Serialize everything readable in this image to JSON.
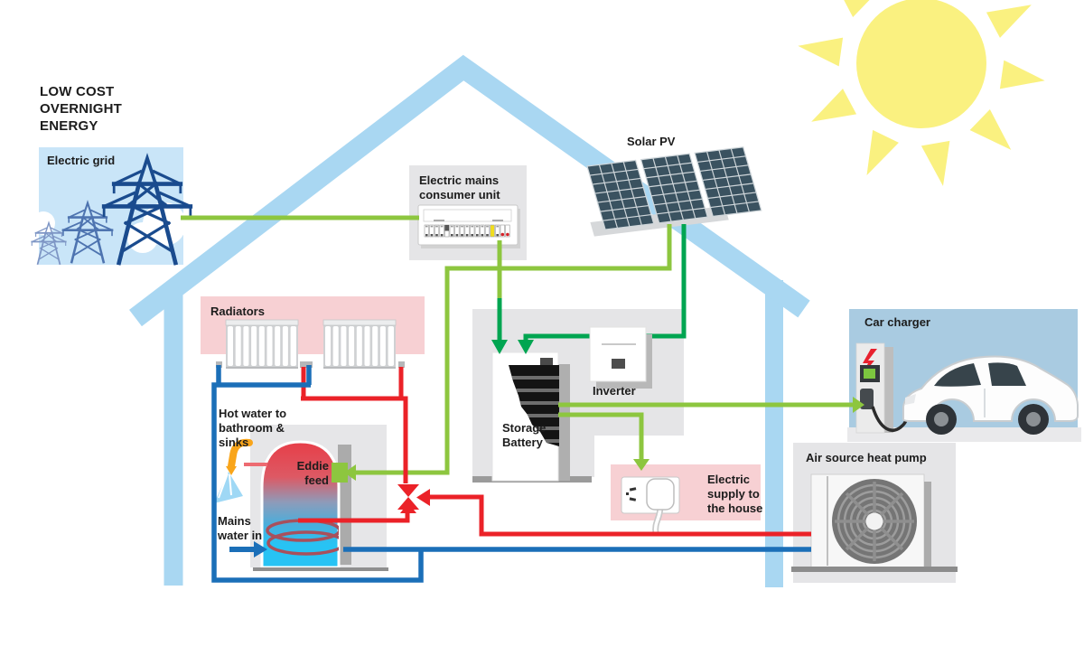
{
  "title": {
    "text": "LOW COST\nOVERNIGHT\nENERGY"
  },
  "labels": {
    "electric_grid": "Electric grid",
    "consumer_unit": "Electric mains\nconsumer unit",
    "solar_pv": "Solar PV",
    "inverter": "Inverter",
    "storage_battery": "Storage\nBattery",
    "car_charger": "Car charger",
    "radiators": "Radiators",
    "hot_water": "Hot water to\nbathroom &\nsinks",
    "eddie_feed": "Eddie\nfeed",
    "mains_water": "Mains\nwater in",
    "electric_supply": "Electric\nsupply to\nthe house",
    "heat_pump": "Air source heat pump"
  },
  "colors": {
    "house_outline": "#A9D7F2",
    "grid_box": "#C9E5F8",
    "car_charger_box": "#A9CBE1",
    "pink_box": "#F7D0D3",
    "gray_box": "#E5E5E7",
    "sun_yellow": "#FAF180",
    "light_green_line": "#8DC63F",
    "dark_green_line": "#00A551",
    "red_pipe": "#EB2228",
    "blue_pipe": "#1B6FB8",
    "pylon_navy": "#1A4B8E",
    "solar_panel": "#3A5260",
    "text": "#1C1C1C"
  }
}
